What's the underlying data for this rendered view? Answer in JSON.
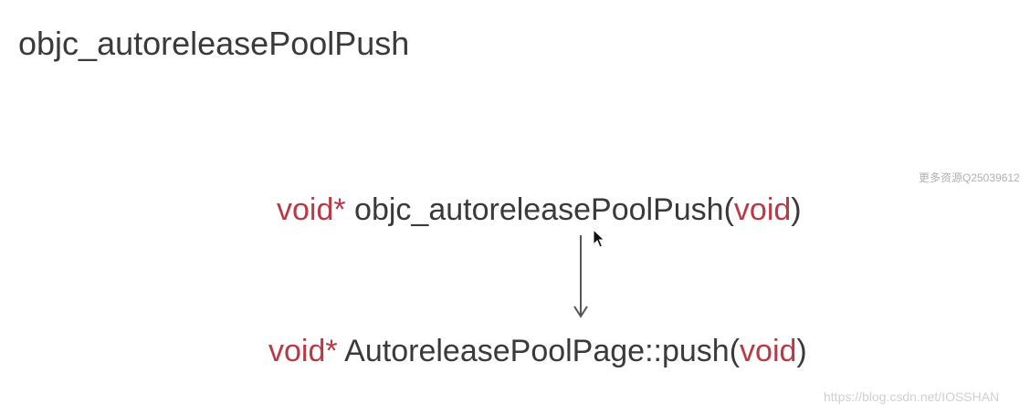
{
  "title": "objc_autoreleasePoolPush",
  "line1": {
    "kw_type": "void*",
    "name": " objc_autoreleasePoolPush(",
    "kw_param": "void",
    "close": ")"
  },
  "line2": {
    "kw_type": "void*",
    "name": " AutoreleasePoolPage::push(",
    "kw_param": "void",
    "close": ")"
  },
  "side_note": "更多资源Q25039612",
  "watermark": "https://blog.csdn.net/IOSSHAN",
  "colors": {
    "keyword": "#b83a46",
    "text": "#3a3a3a",
    "arrow": "#555555"
  },
  "icons": {
    "arrow": "down-arrow-icon",
    "cursor": "mouse-cursor-icon"
  }
}
